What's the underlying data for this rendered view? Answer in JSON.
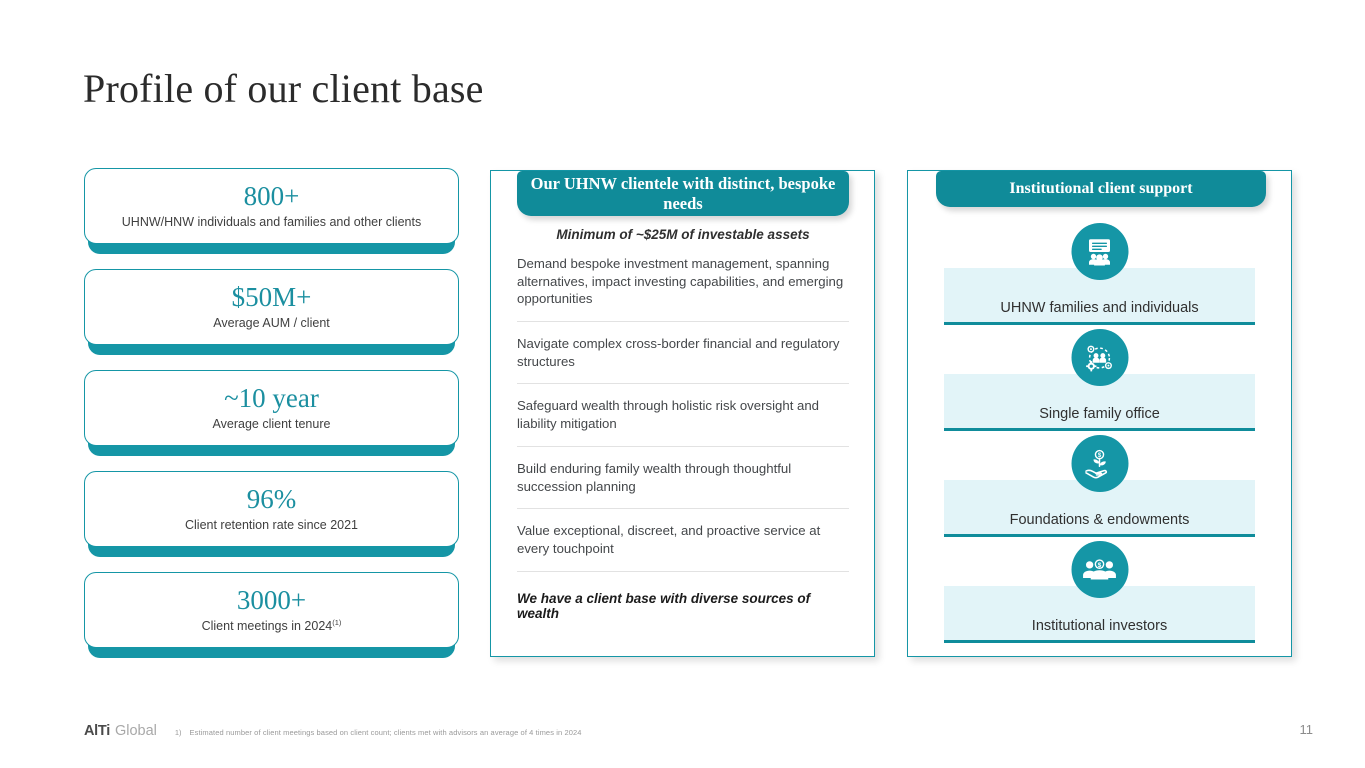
{
  "slide": {
    "title": "Profile of our client base",
    "page_number": "11",
    "accent_color": "#1596a6",
    "accent_dark": "#108b99",
    "tint_color": "#e2f4f8"
  },
  "stats": [
    {
      "value": "800+",
      "label": "UHNW/HNW individuals and families and other clients",
      "footnote": ""
    },
    {
      "value": "$50M+",
      "label": "Average AUM / client",
      "footnote": ""
    },
    {
      "value": "~10 year",
      "label": "Average client tenure",
      "footnote": ""
    },
    {
      "value": "96%",
      "label": "Client retention rate since 2021",
      "footnote": ""
    },
    {
      "value": "3000+",
      "label": "Client meetings in 2024",
      "footnote": "(1)"
    }
  ],
  "middle_panel": {
    "header": "Our UHNW clientele with distinct, bespoke needs",
    "intro": "Minimum of ~$25M of investable assets",
    "items": [
      "Demand bespoke investment management, spanning alternatives, impact investing capabilities, and emerging opportunities",
      "Navigate complex cross-border financial and regulatory structures",
      "Safeguard wealth through holistic risk oversight and liability mitigation",
      "Build enduring family wealth through thoughtful succession planning",
      "Value exceptional, discreet, and proactive service at every touchpoint"
    ],
    "footer": "We have a client base with diverse sources of wealth"
  },
  "right_panel": {
    "header": "Institutional client support",
    "segments": [
      {
        "label": "UHNW families and individuals",
        "icon": "presentation-people-icon"
      },
      {
        "label": "Single family office",
        "icon": "family-network-gear-icon"
      },
      {
        "label": "Foundations & endowments",
        "icon": "hand-plant-money-icon"
      },
      {
        "label": "Institutional investors",
        "icon": "people-dollar-icon"
      }
    ]
  },
  "footer": {
    "logo_bold": "AlTi",
    "logo_light": "Global",
    "footnote_marker": "1)",
    "footnote_text": "Estimated number of client meetings based on client count; clients met with advisors an average of 4 times in 2024"
  }
}
